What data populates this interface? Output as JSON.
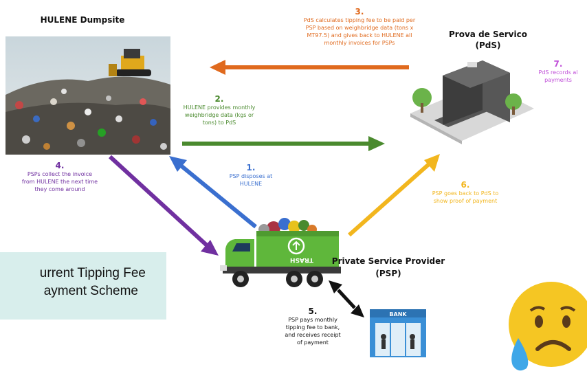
{
  "hulene": {
    "title": "HULENE Dumpsite"
  },
  "pds": {
    "title_line1": "Prova de Servico",
    "title_line2": "(PdS)"
  },
  "psp": {
    "title_line1": "Private Service Provider",
    "title_line2": "(PSP)"
  },
  "truck": {
    "sign": "TRASH"
  },
  "bank": {
    "sign": "BANK"
  },
  "steps": [
    {
      "num": "1.",
      "lines": [
        "PSP disposes at",
        "HULENE"
      ],
      "color": "#3a6fcf"
    },
    {
      "num": "2.",
      "lines": [
        "HULENE provides monthly",
        "weighbridge data (kgs or",
        "tons) to PdS"
      ],
      "color": "#4a8a2e"
    },
    {
      "num": "3.",
      "lines": [
        "PdS calculates tipping fee to be paid per",
        "PSP based on weighbridge data (tons x",
        "MT97.5) and gives back to HULENE all",
        "monthly invoices for PSPs"
      ],
      "color": "#e06a1e"
    },
    {
      "num": "4.",
      "lines": [
        "PSPs collect the invoice",
        "from HULENE the next time",
        "they come around"
      ],
      "color": "#7030a0"
    },
    {
      "num": "5.",
      "lines": [
        "PSP pays monthly",
        "tipping fee to bank,",
        "and receives receipt",
        "of payment"
      ],
      "color": "#111111"
    },
    {
      "num": "6.",
      "lines": [
        "PSP goes back to PdS to",
        "show proof of payment"
      ],
      "color": "#f2b61e"
    },
    {
      "num": "7.",
      "lines": [
        "PdS records al",
        "payments"
      ],
      "color": "#c04fd8"
    }
  ],
  "scheme_box": {
    "line1": "urrent Tipping Fee",
    "line2": "ayment Scheme"
  },
  "colors": {
    "box_bg": "#d8eeec",
    "truck_green": "#5fb73b",
    "emoji_yellow": "#f5c623"
  }
}
